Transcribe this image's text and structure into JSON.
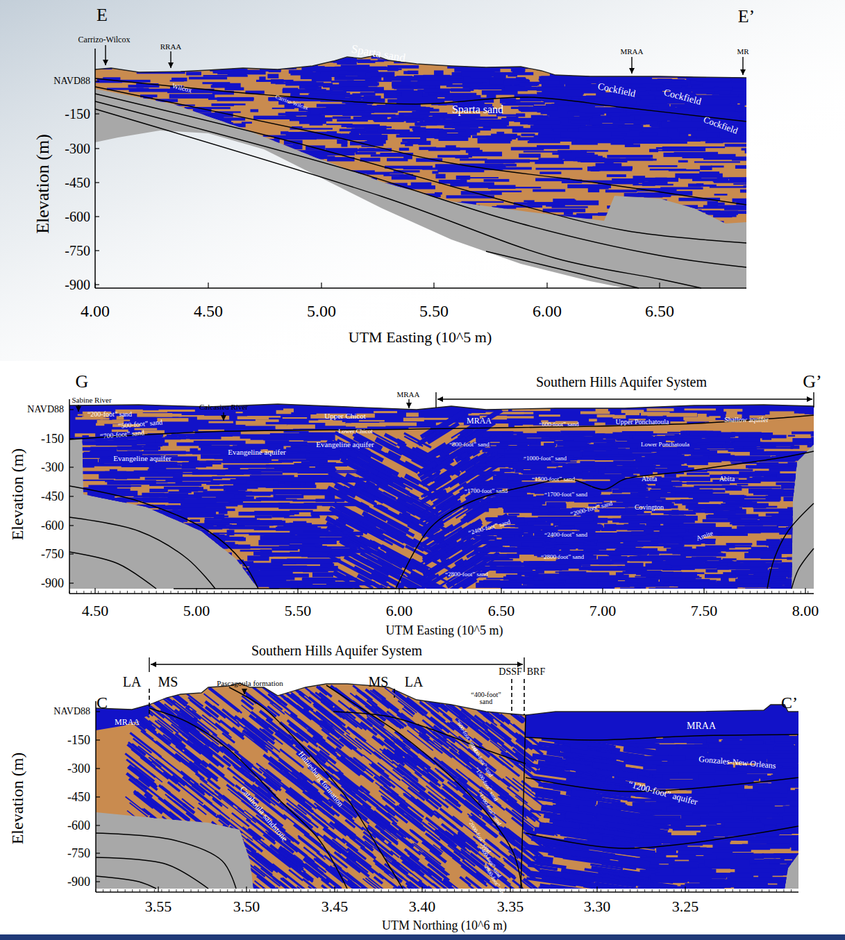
{
  "diagram": {
    "labels": [
      "E",
      "E’",
      "Carrizo-Wilcox",
      "RRAA",
      "MRAA",
      "MR",
      "NAVD88",
      "-150",
      "-300",
      "-450",
      "-600",
      "-750",
      "-900",
      "Elevation (m)",
      "4.00",
      "4.50",
      "5.00",
      "5.50",
      "6.00",
      "6.50",
      "UTM Easting (10^5 m)",
      "Wilcox",
      "Carrizo-Wilcox",
      "Sparta sand",
      "Sparta sand",
      "Cockfield",
      "Cockfield",
      "Cockfield",
      "G",
      "G’",
      "Southern Hills Aquifer System",
      "Sabine River",
      "Calcasieu River",
      "MRAA",
      "NAVD88",
      "-150",
      "-300",
      "-450",
      "-600",
      "-750",
      "-900",
      "Elevation (m)",
      "4.50",
      "5.00",
      "5.50",
      "6.00",
      "6.50",
      "7.00",
      "7.50",
      "8.00",
      "UTM Easting (10^5 m)",
      "“200-foot” sand",
      "“500-foot” sand",
      "“700-foot” sand",
      "Evangeline aquifer",
      "Evangeline aquifer",
      "Evangeline aquifer",
      "Upper Chicot",
      "Lower Chicot",
      "MRAA",
      "“600-foot” sand",
      "“800-foot” sand",
      "“1000-foot” sand",
      "“1500-foot” sand",
      "“1700-foot” sand",
      "“1700-foot” sand",
      "“2000-foot” sand",
      "“2400-foot” sand",
      "“2400-foot” sand",
      "“2800-foot” sand",
      "“2800-foot” sand",
      "Upper Ponchatoula",
      "Shallow aquifer",
      "Lower Ponchatoula",
      "Abita",
      "Abita",
      "Covington",
      "Amite",
      "Southern Hills Aquifer System",
      "LA",
      "MS",
      "MS",
      "LA",
      "DSSF",
      "BRF",
      "Pascagoula formation",
      "“400-foot” sand",
      "C",
      "C’",
      "NAVD88",
      "-150",
      "-300",
      "-450",
      "-600",
      "-750",
      "-900",
      "Elevation (m)",
      "3.55",
      "3.50",
      "3.45",
      "3.40",
      "3.35",
      "3.30",
      "3.25",
      "UTM Northing (10^6 m)",
      "MRAA",
      "MRAA",
      "Gonzales-New Orleans",
      "“1200-foot” aquifer",
      "Catahoula sandstone",
      "Hattiesburg formation",
      "“600-foot” sand",
      "“1000-foot” sand",
      "“1500-foot” sand",
      "“1700-foot” sand",
      "“2000-foot” sand",
      "“2400-foot” sand",
      "“2800-foot” sand"
    ]
  }
}
